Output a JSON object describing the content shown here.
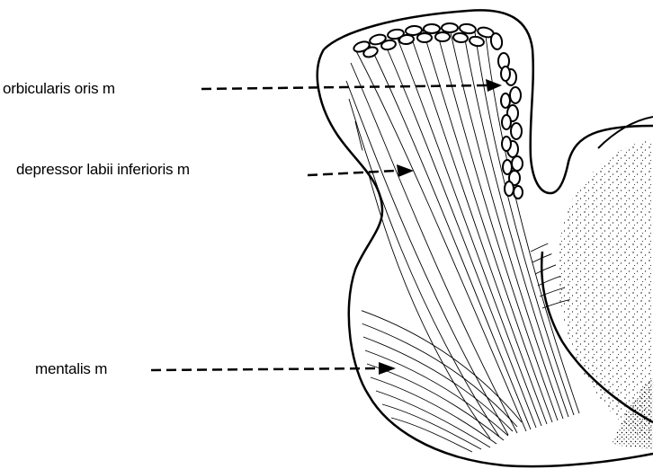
{
  "labels": {
    "orbicularis": "orbicularis oris m",
    "depressor": "depressor labii inferioris m",
    "mentalis": "mentalis m"
  },
  "colors": {
    "ink": "#000000",
    "paper": "#ffffff"
  }
}
